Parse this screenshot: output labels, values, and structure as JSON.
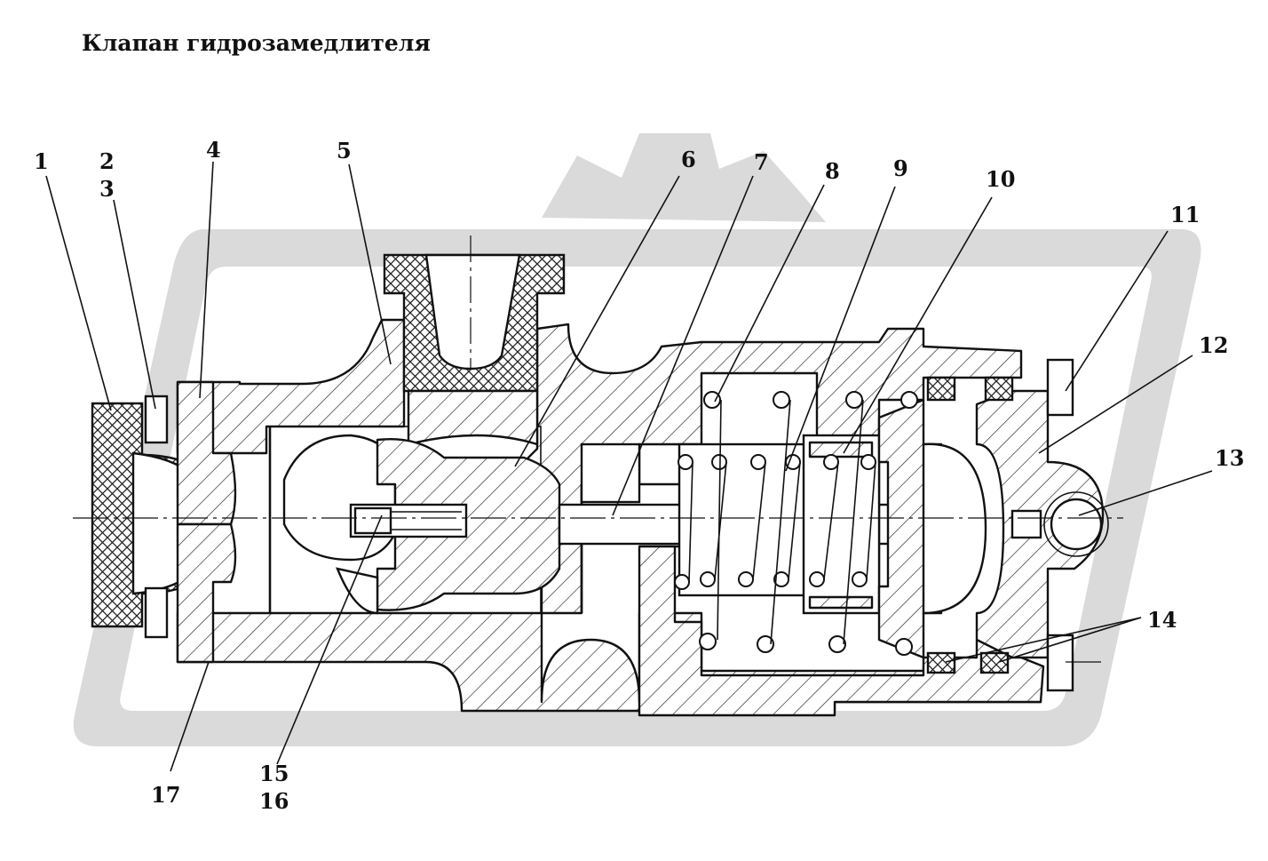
{
  "title": "Клапан гидрозамедлителя",
  "callouts": [
    "1",
    "2",
    "3",
    "4",
    "5",
    "6",
    "7",
    "8",
    "9",
    "10",
    "11",
    "12",
    "13",
    "14",
    "15",
    "16",
    "17"
  ],
  "colors": {
    "line": "#111111",
    "watermark": "#d4d4d4",
    "background": "#ffffff"
  }
}
